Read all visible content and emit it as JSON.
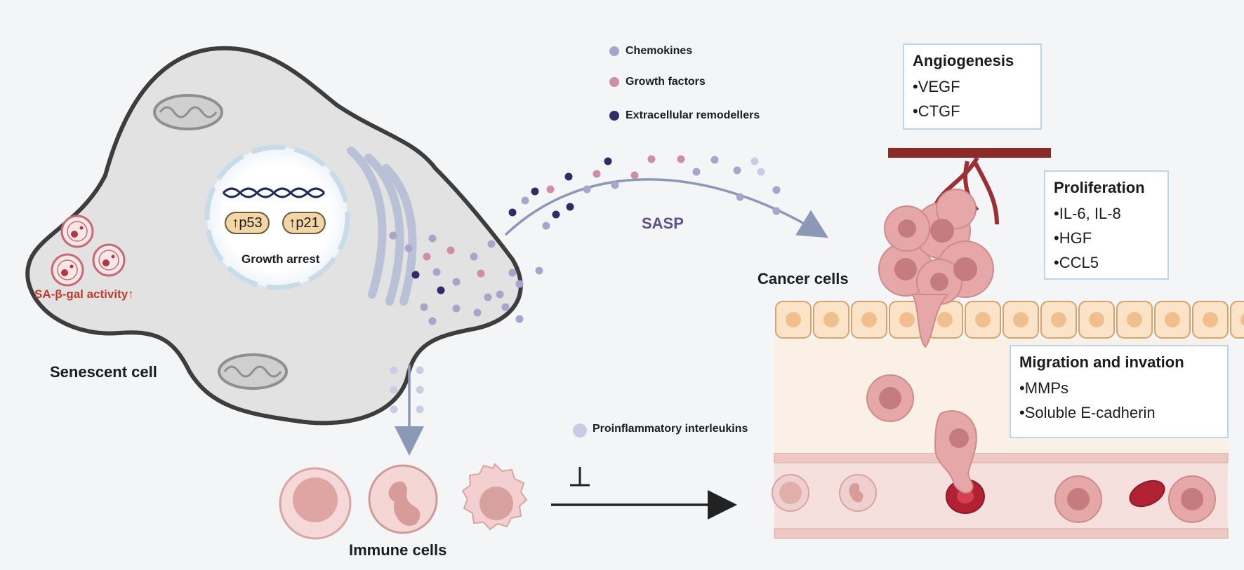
{
  "labels": {
    "senescent_cell": "Senescent cell",
    "sa_beta_gal": "SA-β-gal activity↑",
    "p53": "↑p53",
    "p21": "↑p21",
    "growth_arrest": "Growth arrest",
    "sasp": "SASP",
    "cancer_cells": "Cancer cells",
    "immune_cells": "Immune cells"
  },
  "legend": [
    {
      "label": "Chemokines",
      "color": "#a8a4cc"
    },
    {
      "label": "Growth factors",
      "color": "#cf8fa2"
    },
    {
      "label": "Extracellular remodellers",
      "color": "#2f2c6a"
    },
    {
      "label": "Proinflammatory interleukins",
      "color": "#cbcbe3"
    }
  ],
  "boxes": {
    "angiogenesis": {
      "title": "Angiogenesis",
      "items": [
        "•VEGF",
        "•CTGF"
      ]
    },
    "proliferation": {
      "title": "Proliferation",
      "items": [
        "•IL-6, IL-8",
        "•HGF",
        "•CCL5"
      ]
    },
    "migration": {
      "title": "Migration and invation",
      "items": [
        "•MMPs",
        "•Soluble E-cadherin"
      ]
    }
  },
  "colors": {
    "cell_fill": "#e2e2e2",
    "cell_outline": "#3d3d3d",
    "arrow": "#8c98b8",
    "cancer": "#e3a3a5",
    "sasp_text": "#5c4f8a",
    "sa_gal_text": "#c0392b"
  }
}
